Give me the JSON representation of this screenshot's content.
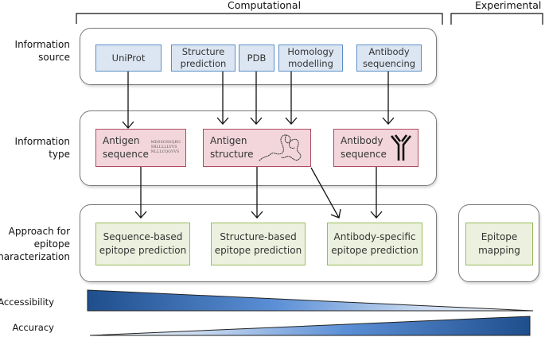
{
  "groups": {
    "computational": "Computational",
    "experimental": "Experimental"
  },
  "rows": {
    "source": {
      "label_line1": "Information",
      "label_line2": "source"
    },
    "type": {
      "label_line1": "Information",
      "label_line2": "type"
    },
    "approach": {
      "label_line1": "Approach for",
      "label_line2": "epitope",
      "label_line3": "characterization"
    }
  },
  "sources": [
    {
      "line1": "UniProt",
      "line2": ""
    },
    {
      "line1": "Structure",
      "line2": "prediction"
    },
    {
      "line1": "PDB",
      "line2": ""
    },
    {
      "line1": "Homology",
      "line2": "modelling"
    },
    {
      "line1": "Antibody",
      "line2": "sequencing"
    }
  ],
  "types": [
    {
      "line1": "Antigen",
      "line2": "sequence",
      "icon": "sequence-text-icon",
      "sequence_lines": [
        "MDSSGSSQRG",
        "SRLLLLLVVS",
        "NLLLCQGVVS"
      ]
    },
    {
      "line1": "Antigen",
      "line2": "structure",
      "icon": "protein-structure-icon"
    },
    {
      "line1": "Antibody",
      "line2": "sequence",
      "icon": "antibody-icon"
    }
  ],
  "approaches": [
    {
      "line1": "Sequence-based",
      "line2": "epitope prediction"
    },
    {
      "line1": "Structure-based",
      "line2": "epitope prediction"
    },
    {
      "line1": "Antibody-specific",
      "line2": "epitope prediction"
    },
    {
      "line1": "Epitope",
      "line2": "mapping"
    }
  ],
  "metrics": {
    "accessibility": {
      "label": "Accessibility",
      "trend": "decreasing"
    },
    "accuracy": {
      "label": "Accuracy",
      "trend": "increasing"
    }
  },
  "colors": {
    "source_fill": "#dce6f2",
    "source_border": "#5b8ec6",
    "type_fill": "#f2d6dc",
    "type_border": "#b04a62",
    "approach_fill": "#ebf1de",
    "approach_border": "#9bbb59",
    "gradient_dark": "#1f4e8c",
    "gradient_mid": "#5b8fd6",
    "gradient_light": "#eef3fa"
  }
}
